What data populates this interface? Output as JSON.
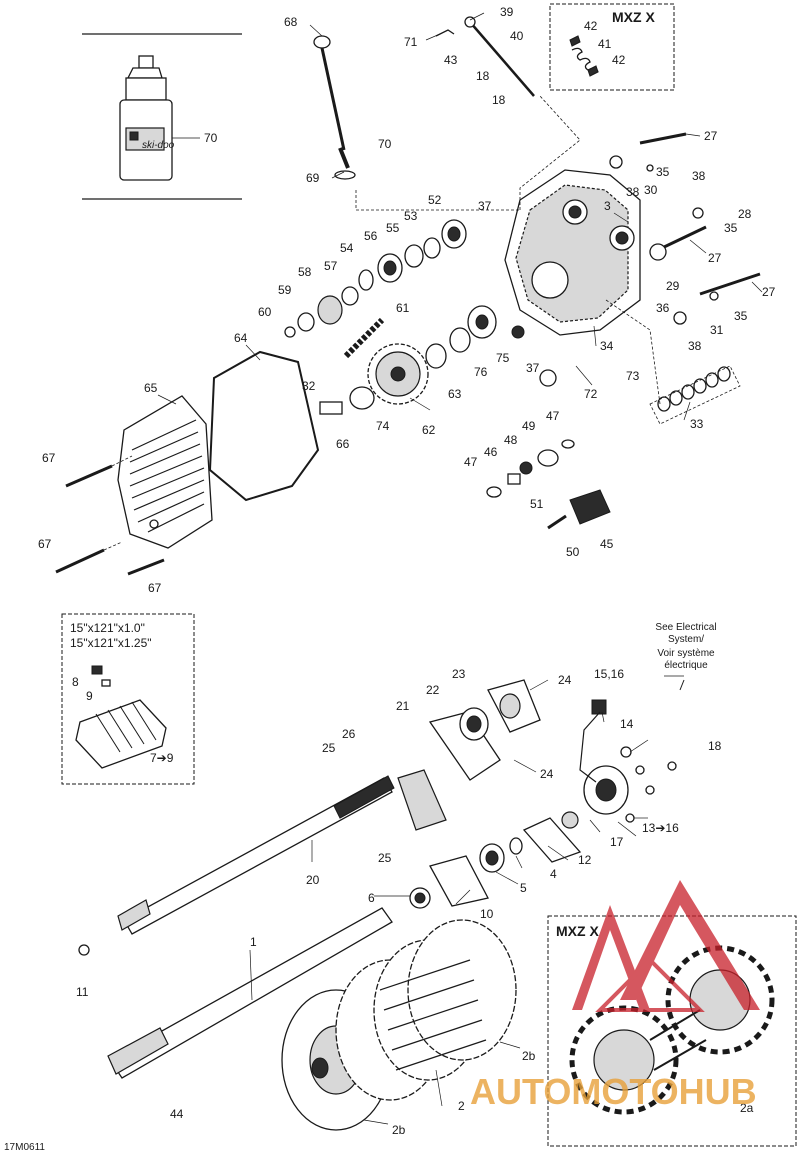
{
  "diagram_code": "17M0611",
  "callouts": {
    "c1": "1",
    "c2": "2",
    "c2a": "2a",
    "c2b_top": "2b",
    "c2b_bottom": "2b",
    "c3": "3",
    "c4": "4",
    "c5": "5",
    "c6": "6",
    "c7_9": "7➔9",
    "c8": "8",
    "c9": "9",
    "c10": "10",
    "c11": "11",
    "c12": "12",
    "c13_16": "13➔16",
    "c14": "14",
    "c15_16": "15,16",
    "c17": "17",
    "c18_a": "18",
    "c18_b": "18",
    "c18_c": "18",
    "c20": "20",
    "c21": "21",
    "c22": "22",
    "c23": "23",
    "c24_a": "24",
    "c24_b": "24",
    "c25_a": "25",
    "c25_b": "25",
    "c26": "26",
    "c27_a": "27",
    "c27_b": "27",
    "c27_c": "27",
    "c28": "28",
    "c29": "29",
    "c30": "30",
    "c31": "31",
    "c32": "32",
    "c33": "33",
    "c34": "34",
    "c35_a": "35",
    "c35_b": "35",
    "c35_c": "35",
    "c36": "36",
    "c37_a": "37",
    "c37_b": "37",
    "c38_a": "38",
    "c38_b": "38",
    "c38_c": "38",
    "c39": "39",
    "c40": "40",
    "c41": "41",
    "c42_a": "42",
    "c42_b": "42",
    "c43": "43",
    "c44": "44",
    "c45": "45",
    "c46": "46",
    "c47_a": "47",
    "c47_b": "47",
    "c48": "48",
    "c49": "49",
    "c50": "50",
    "c51": "51",
    "c52": "52",
    "c53": "53",
    "c54": "54",
    "c55": "55",
    "c56": "56",
    "c57": "57",
    "c58": "58",
    "c59": "59",
    "c60": "60",
    "c61": "61",
    "c62": "62",
    "c63": "63",
    "c64": "64",
    "c65": "65",
    "c67_a": "67",
    "c67_b": "67",
    "c67_c": "67",
    "c68": "68",
    "c69": "69",
    "c70_a": "70",
    "c70_b": "70",
    "c71": "71",
    "c72": "72",
    "c73": "73",
    "c74": "74",
    "c75": "75",
    "c76": "76",
    "c66": "66"
  },
  "variant_labels": {
    "mxz_top": "MXZ X",
    "mxz_bottom": "MXZ X"
  },
  "track_sizes": [
    "15\"x121\"x1.0\"",
    "15\"x121\"x1.25\""
  ],
  "note_electrical": [
    "See Electrical",
    "System/",
    "Voir système",
    "électrique"
  ],
  "watermark_text": "AUTOMOTOHUB",
  "colors": {
    "ink": "#1a1a1a",
    "watermark_red": "#c8202a",
    "watermark_gold": "#e8a13a"
  }
}
